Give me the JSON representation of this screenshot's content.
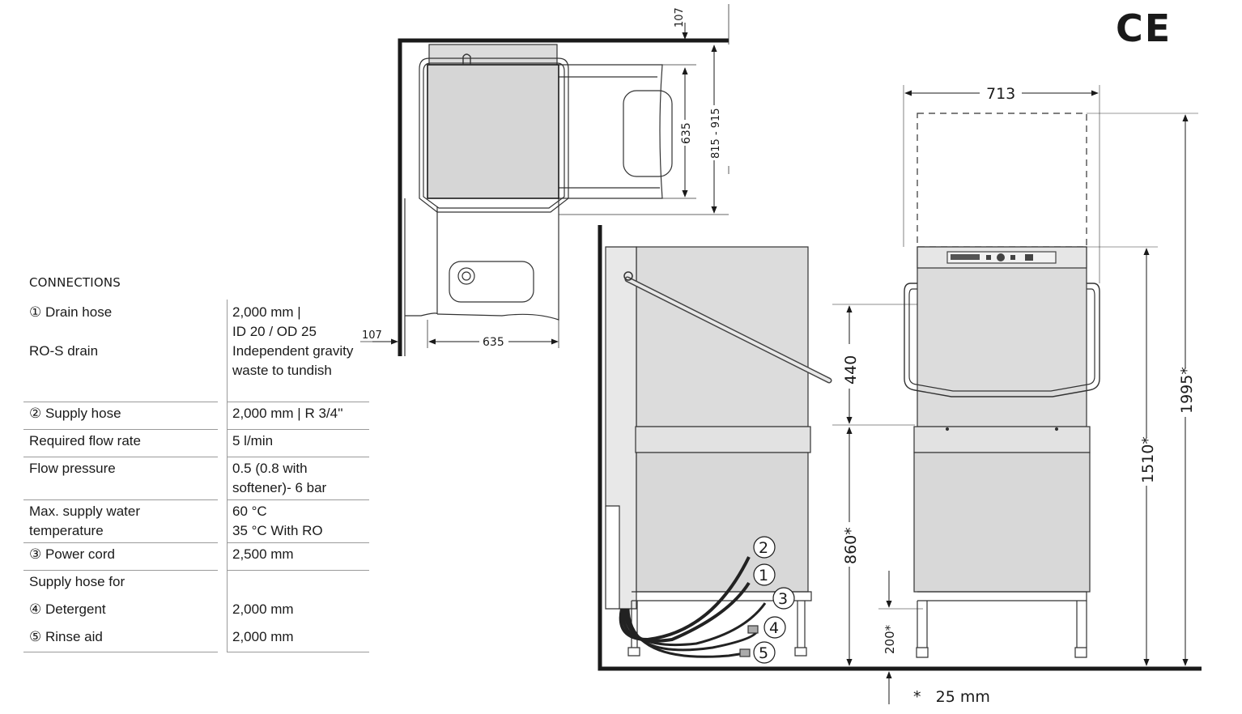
{
  "mark": {
    "ce": "CE"
  },
  "connections": {
    "heading": "CONNECTIONS",
    "rows": [
      {
        "label": "① Drain hose",
        "value": "2,000 mm |"
      },
      {
        "label": "",
        "value": "ID 20 / OD 25"
      },
      {
        "label": "RO-S drain",
        "value": "Independent gravity waste to tundish"
      },
      {
        "label": "② Supply hose",
        "value": "2,000 mm | R 3/4''"
      },
      {
        "label": "Required flow rate",
        "value": "5 l/min"
      },
      {
        "label": "Flow pressure",
        "value": "0.5 (0.8 with softener)- 6 bar"
      },
      {
        "label": "Max. supply water temperature",
        "value": "60 °C"
      },
      {
        "label": "",
        "value": "35 °C With RO"
      },
      {
        "label": "③ Power cord",
        "value": "2,500 mm"
      },
      {
        "label": "Supply hose for",
        "value": ""
      },
      {
        "label": "④ Detergent",
        "value": "2,000 mm"
      },
      {
        "label": "⑤ Rinse aid",
        "value": "2,000 mm"
      }
    ]
  },
  "dimensions": {
    "top_clearance": "107",
    "side_clearance": "107",
    "plan_depth": "635",
    "plan_width": "635",
    "plan_depth_range": "815 - 915",
    "width_front": "713",
    "hood_stroke": "440",
    "working_height": "860*",
    "leg_height": "200*",
    "closed_height": "1510*",
    "open_height": "1995*"
  },
  "callouts": [
    "2",
    "1",
    "3",
    "4",
    "5"
  ],
  "footnote": "*   25 mm"
}
